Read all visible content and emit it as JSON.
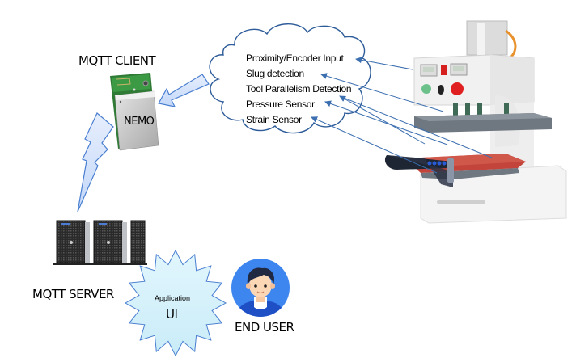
{
  "mqtt_client": {
    "label": "MQTT CLIENT",
    "device_label": "NEMO"
  },
  "mqtt_server": {
    "label": "MQTT SERVER"
  },
  "application": {
    "small_label": "Application",
    "big_label": "UI"
  },
  "end_user": {
    "label": "END USER"
  },
  "sensor_cloud": {
    "items": [
      "Proximity/Encoder  Input",
      "Slug  detection",
      "Tool  Parallelism  Detection",
      "Pressure  Sensor",
      "Strain  Sensor"
    ]
  },
  "colors": {
    "arrow_fill": "#cfe0fb",
    "arrow_stroke": "#4a7fd0",
    "cloud_stroke": "#2e5c9a",
    "connector_line": "#3c6fb0",
    "starburst_fill": "#d7f2fb",
    "avatar_bg": "#3d86f0"
  }
}
